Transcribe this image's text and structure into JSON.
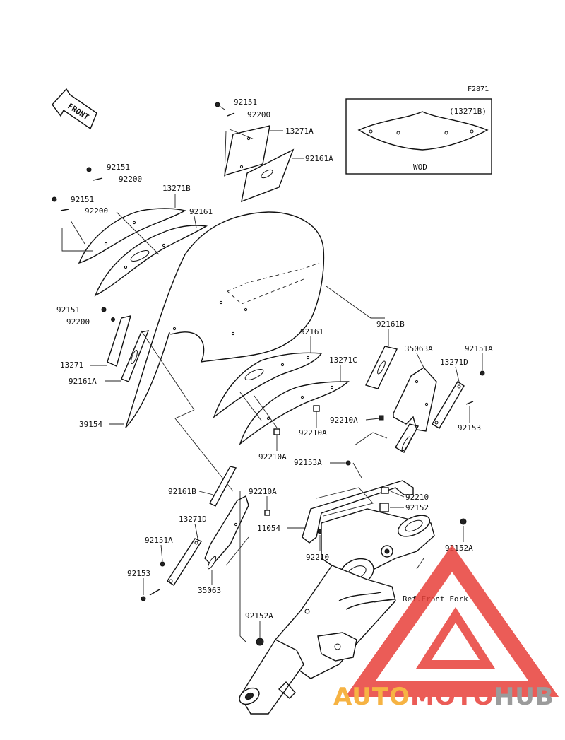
{
  "figure_code": "F2871",
  "front_badge": "FRONT",
  "inset": {
    "part_ref": "(13271B)",
    "caption": "WOD"
  },
  "ref_note": "Ref.Front Fork",
  "watermark": {
    "part1": "AUTO",
    "part2": "MOTO",
    "part3": "HUB",
    "color1": "#f5a623",
    "color2": "#e8403a",
    "color3": "#8a8a8a"
  },
  "labels": {
    "l01": "92151",
    "l02": "92200",
    "l03": "13271A",
    "l04": "92161A",
    "l05": "92151",
    "l06": "92200",
    "l07": "13271B",
    "l08": "92151",
    "l09": "92200",
    "l10": "92161",
    "l11": "92151",
    "l12": "92200",
    "l13": "13271",
    "l14": "92161A",
    "l15": "39154",
    "l16": "92161",
    "l17": "13271C",
    "l18": "92161B",
    "l19": "35063A",
    "l20": "92151A",
    "l21": "13271D",
    "l22": "92210A",
    "l23": "92153",
    "l24": "92210A",
    "l25": "92210A",
    "l26": "92153A",
    "l27": "92161B",
    "l28": "92210A",
    "l29": "92210",
    "l30": "92152",
    "l31": "13271D",
    "l32": "11054",
    "l33": "92151A",
    "l34": "92152A",
    "l35": "92210",
    "l36": "92153",
    "l37": "35063",
    "l38": "92152A"
  }
}
